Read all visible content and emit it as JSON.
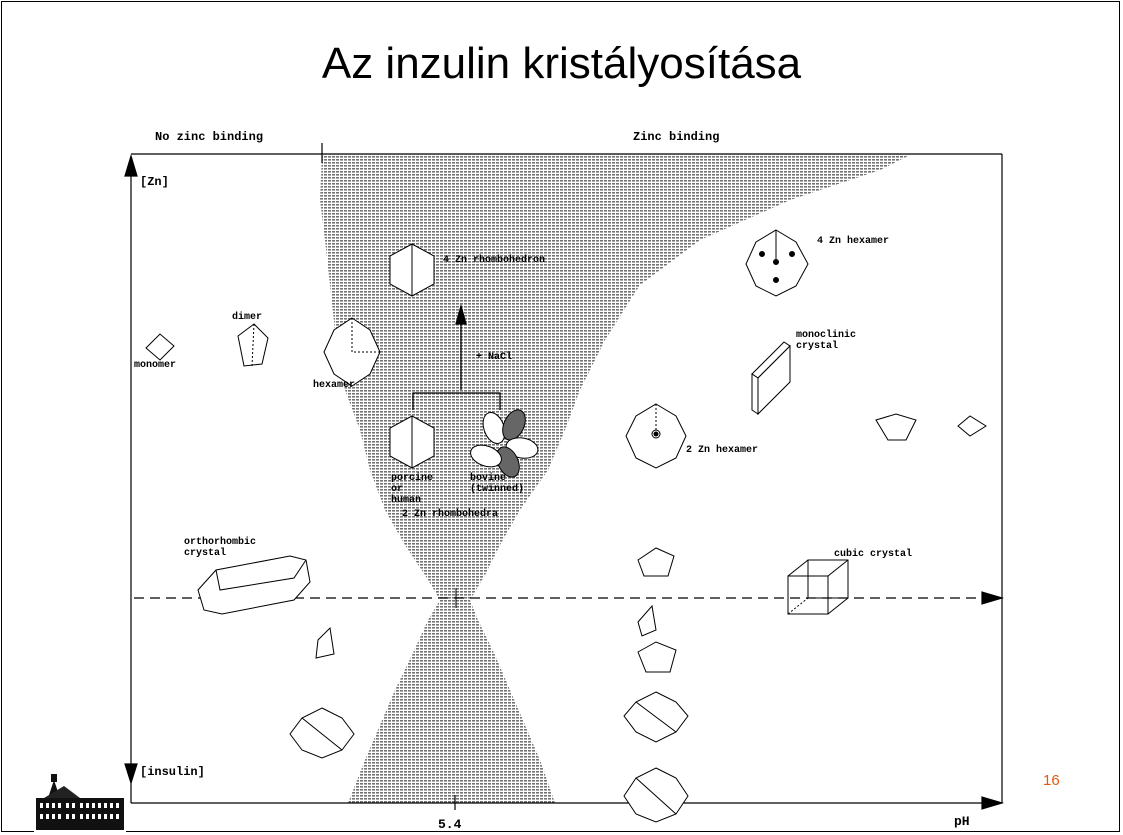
{
  "slide": {
    "title": "Az inzulin kristályosítása",
    "page_number": "16"
  },
  "diagram": {
    "top_labels": {
      "no_zinc": "No zinc binding",
      "zinc": "Zinc binding"
    },
    "axes": {
      "y_label": "[Zn]",
      "y_label_bottom": "[insulin]",
      "x_label": "pH",
      "x_tick": "5.4"
    },
    "labels": {
      "rhombohedron": "4 Zn rhombohedron",
      "hexamer_4zn": "4 Zn hexamer",
      "dimer": "dimer",
      "monomer": "monomer",
      "hexamer": "hexamer",
      "nacl": "+ NaCl",
      "monoclinic": "monoclinic\ncrystal",
      "hexamer_2zn": "2 Zn hexamer",
      "porcine": "porcine\nor\nhuman",
      "bovine": "bovine\n(twinned)",
      "rhombohedra_2zn": "2 Zn rhombohedra",
      "orthorhombic": "orthorhombic\ncrystal",
      "cubic": "cubic crystal"
    }
  },
  "colors": {
    "ink": "#000000",
    "page_number": "#e05a10",
    "region_fill": "#6b6b6b"
  }
}
